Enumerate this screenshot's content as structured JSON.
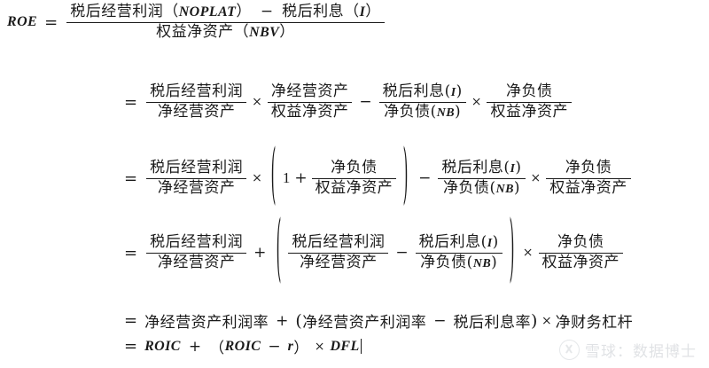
{
  "document": {
    "kind": "math-formula-derivation",
    "subject": "ROE decomposition",
    "background_color": "#ffffff",
    "text_color": "#1a1a1a"
  },
  "terms": {
    "roe": "ROE",
    "roic": "ROIC",
    "r": "r",
    "dfl": "DFL",
    "noplat": "NOPLAT",
    "i": "I",
    "nbv": "NBV",
    "nb": "NB",
    "one": "1",
    "eq": "=",
    "plus": "+",
    "minus": "−",
    "times": "×",
    "lparen_full": "（",
    "rparen_full": "）",
    "lparen": "(",
    "rparen": ")"
  },
  "labels": {
    "after_tax_operating_profit": "税后经营利润",
    "after_tax_interest": "税后利息",
    "net_operating_assets": "净经营资产",
    "equity_net_assets": "权益净资产",
    "net_debt": "净负债",
    "net_operating_asset_profit_rate": "净经营资产利润率",
    "after_tax_interest_rate": "税后利息率",
    "net_financial_leverage": "净财务杠杆"
  },
  "lines": [
    {
      "id": "line-1",
      "lhs": "ROE",
      "relation": "=",
      "numerator": "税后经营利润（NOPLAT）− 税后利息（I）",
      "denominator": "权益净资产（NBV）"
    },
    {
      "id": "line-2",
      "relation": "=",
      "expression": "税后经营利润/净经营资产 × 净经营资产/权益净资产 − 税后利息(I)/净负债(NB) × 净负债/权益净资产"
    },
    {
      "id": "line-3",
      "relation": "=",
      "expression": "税后经营利润/净经营资产 × (1 + 净负债/权益净资产) − 税后利息(I)/净负债(NB) × 净负债/权益净资产"
    },
    {
      "id": "line-4",
      "relation": "=",
      "expression": "税后经营利润/净经营资产 + (税后经营利润/净经营资产 − 税后利息(I)/净负债(NB)) × 净负债/权益净资产"
    },
    {
      "id": "line-5",
      "relation": "=",
      "expression": "净经营资产利润率 + （净经营资产利润率 − 税后利息率）× 净财务杠杆"
    },
    {
      "id": "line-6",
      "relation": "=",
      "expression": "ROIC + （ROIC − r）× DFL"
    }
  ],
  "watermark": {
    "logo_icon": "xueqiu-logo-icon",
    "text": "雪球：数据博士",
    "color": "#9aa3ab"
  }
}
